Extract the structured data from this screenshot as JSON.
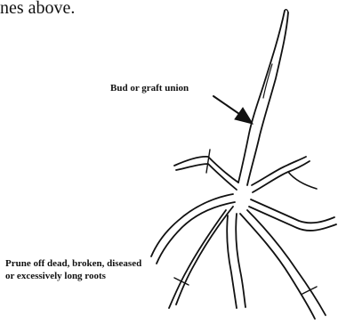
{
  "page": {
    "top_text_fragment": "nes above."
  },
  "labels": {
    "bud": "Bud or graft union",
    "prune_line1": "Prune off dead, broken, diseased",
    "prune_line2": "or excessively long roots"
  },
  "colors": {
    "ink": "#111111",
    "background": "#ffffff"
  }
}
